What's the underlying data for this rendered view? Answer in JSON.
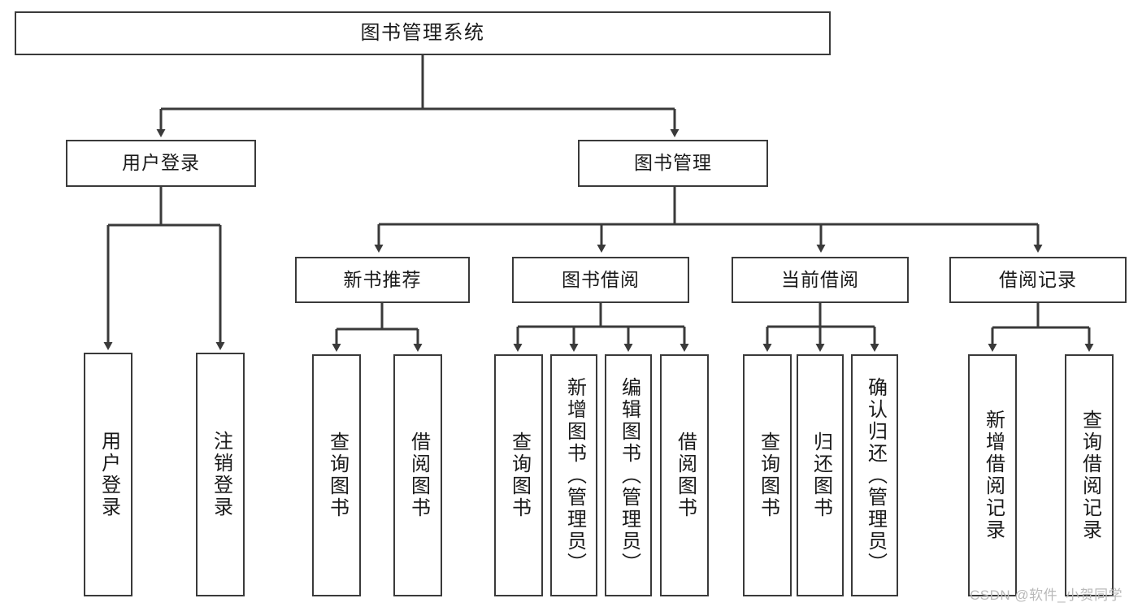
{
  "diagram": {
    "title": "图书管理系统",
    "root": {
      "label": "图书管理系统"
    },
    "level2": [
      {
        "label": "用户登录"
      },
      {
        "label": "图书管理"
      }
    ],
    "level3": [
      {
        "label": "新书推荐"
      },
      {
        "label": "图书借阅"
      },
      {
        "label": "当前借阅"
      },
      {
        "label": "借阅记录"
      }
    ],
    "leaves": {
      "user_login": [
        {
          "label": "用户登录"
        },
        {
          "label": "注销登录"
        }
      ],
      "new_book_recommend": [
        {
          "label": "查询图书"
        },
        {
          "label": "借阅图书"
        }
      ],
      "book_borrow": [
        {
          "label": "查询图书"
        },
        {
          "label": "新增图书（管理员）"
        },
        {
          "label": "编辑图书（管理员）"
        },
        {
          "label": "借阅图书"
        }
      ],
      "current_borrow": [
        {
          "label": "查询图书"
        },
        {
          "label": "归还图书"
        },
        {
          "label": "确认归还（管理员）"
        }
      ],
      "borrow_record": [
        {
          "label": "新增借阅记录"
        },
        {
          "label": "查询借阅记录"
        }
      ]
    },
    "watermark": "CSDN @软件_小贺同学",
    "colors": {
      "border": "#3a3a3a",
      "background": "#ffffff",
      "text": "#1a1a1a",
      "watermark": "#b9b9b9"
    }
  }
}
